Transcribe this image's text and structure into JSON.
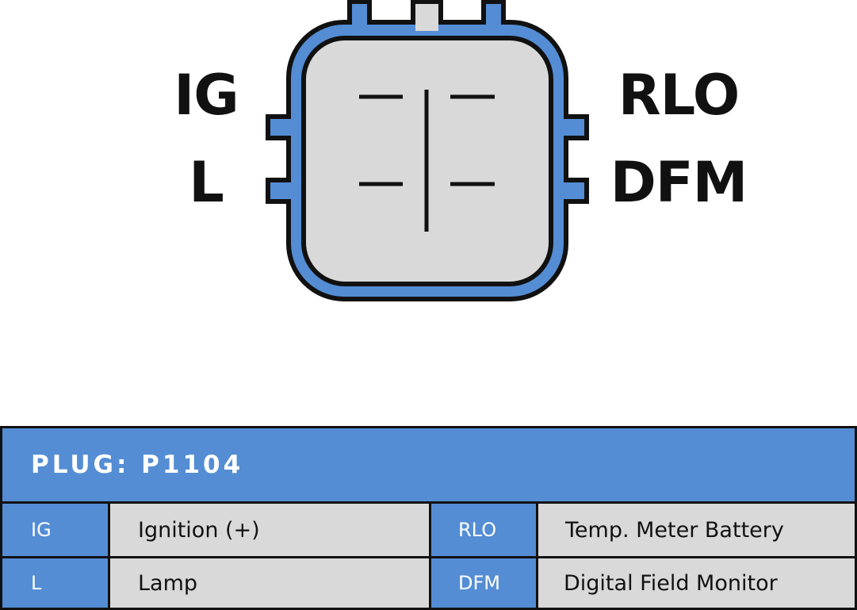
{
  "connector": {
    "pins_left": [
      "IG",
      "L"
    ],
    "pins_right": [
      "RLO",
      "DFM"
    ],
    "colors": {
      "housing": "#548dd4",
      "face": "#d9d9d9",
      "outline": "#111111"
    }
  },
  "table": {
    "title": "PLUG: P1104",
    "rows": [
      {
        "code1": "IG",
        "desc1": "Ignition (+)",
        "code2": "RLO",
        "desc2": "Temp. Meter Battery"
      },
      {
        "code1": "L",
        "desc1": "Lamp",
        "code2": "DFM",
        "desc2": "Digital Field Monitor"
      }
    ]
  }
}
